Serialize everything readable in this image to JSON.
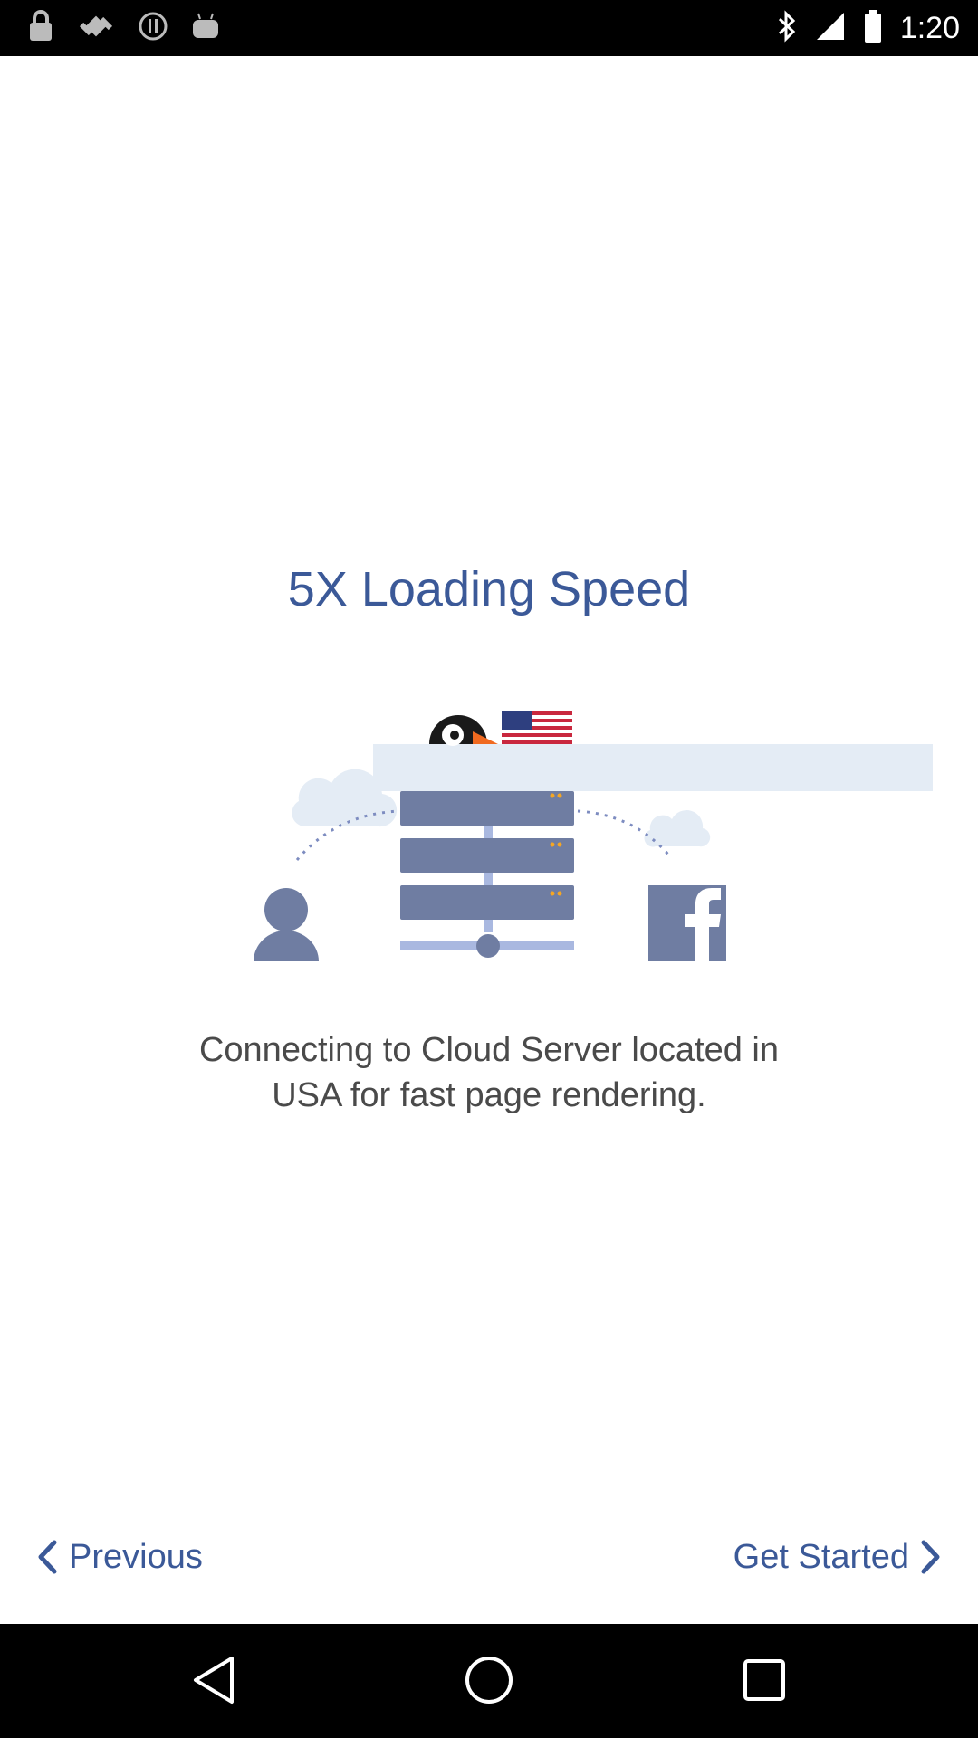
{
  "status_bar": {
    "time": "1:20",
    "left_icons": [
      "lock-icon",
      "fake-gps-icon",
      "info-icon",
      "android-icon"
    ],
    "right_icons": [
      "bluetooth-icon",
      "signal-icon",
      "battery-icon"
    ]
  },
  "onboarding": {
    "title": "5X Loading Speed",
    "description_line1": "Connecting to Cloud Server located in",
    "description_line2": "USA for fast page rendering.",
    "illustration_icons": [
      "user-icon",
      "server-stack-icon",
      "facebook-icon",
      "cloud-icon",
      "usa-flag-icon",
      "puffin-logo-icon"
    ]
  },
  "navigation": {
    "previous_label": "Previous",
    "next_label": "Get Started"
  },
  "colors": {
    "accent": "#3b5998",
    "illustration": "#6f7da2",
    "illustration_light": "#a9b8e0",
    "banner": "#e4ecf5"
  },
  "system_nav": [
    "back-icon",
    "home-icon",
    "recents-icon"
  ]
}
